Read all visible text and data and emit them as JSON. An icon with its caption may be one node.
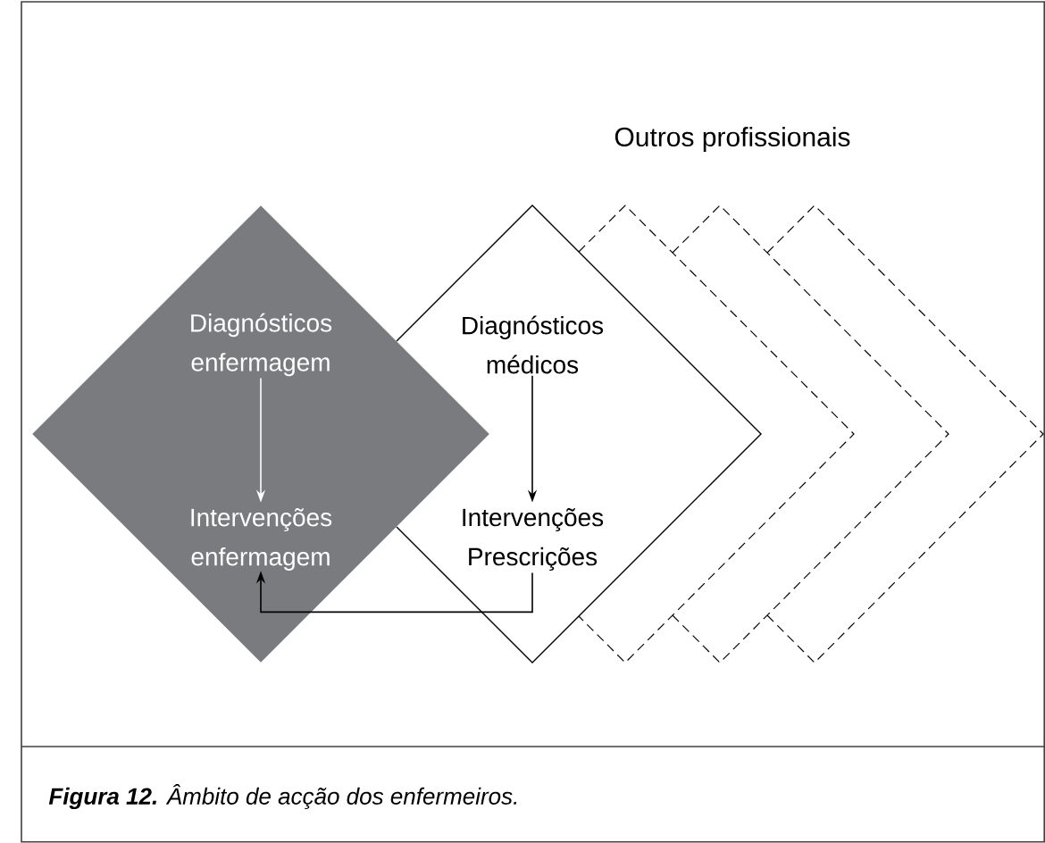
{
  "diagram": {
    "caption": "**Figura 12.** Âmbito de acção dos enfermeiros.",
    "nodes": [
      {
        "text": [],
        "shape": "diamond"
      },
      {
        "text": [
          "Diagnósticos enfermagem"
        ],
        "in": 0
      },
      {
        "text": [
          "Intervenções enfermagem"
        ],
        "in": 0
      },
      {
        "text": [],
        "shape": "diamond"
      },
      {
        "text": [
          "Diagnósticos médicos"
        ],
        "in": 3
      },
      {
        "text": [
          "Intervenções Prescrições"
        ],
        "in": 3
      },
      {
        "text": [],
        "shape": "diamond"
      },
      {
        "text": [],
        "shape": "diamond"
      },
      {
        "text": [],
        "shape": "diamond"
      }
    ],
    "edges": [
      {
        "from": 1,
        "to": 2,
        "arrow": "to",
        "color": "#ffffff"
      },
      {
        "from": 4,
        "to": 5,
        "arrow": "to"
      },
      {
        "from": 5,
        "to": 2,
        "arrow": "to"
      }
    ],
    "labels": [
      "Outros profissionais"
    ]
  }
}
